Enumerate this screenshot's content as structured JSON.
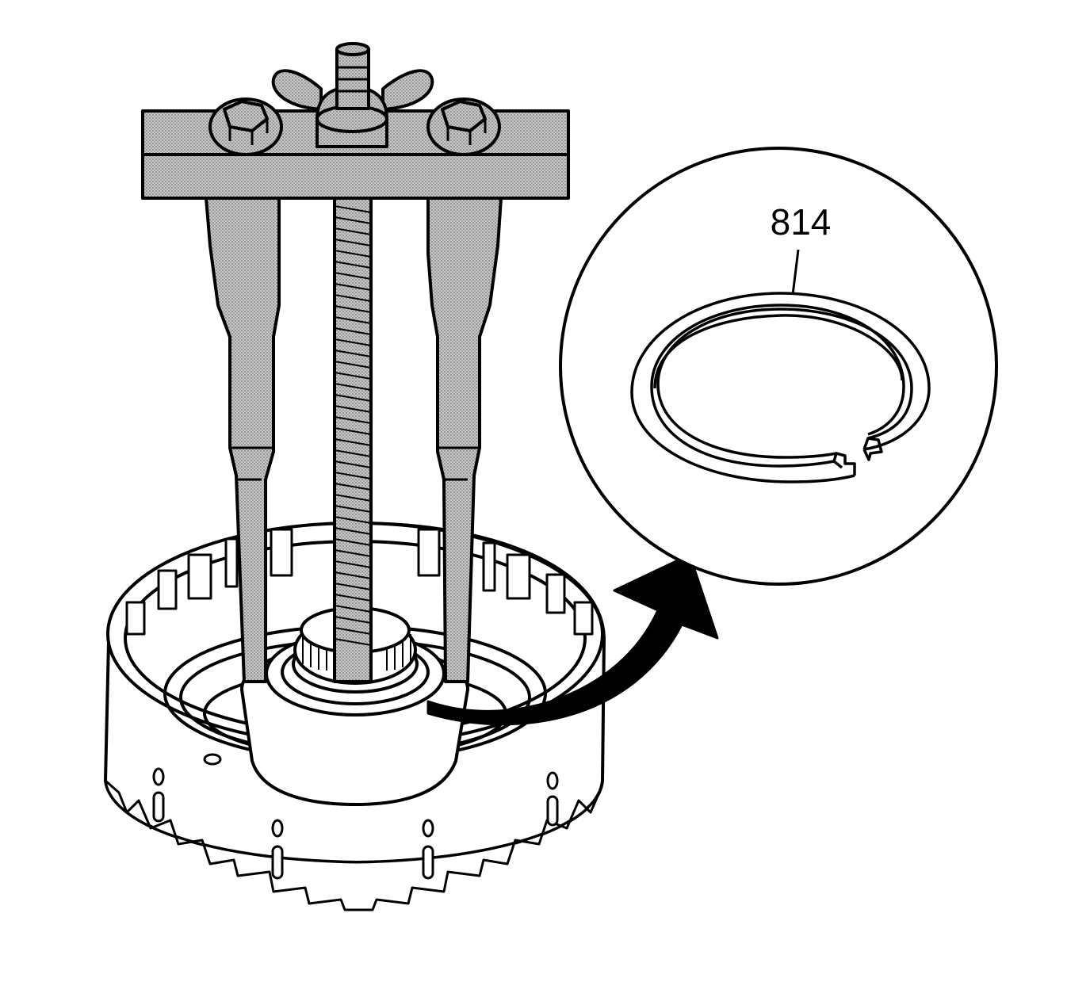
{
  "callout": {
    "label": "814"
  },
  "colors": {
    "line": "#000000",
    "background": "#ffffff",
    "hatch": "#9a9a9a"
  },
  "parts": [
    "compressor-tool",
    "clutch-drum",
    "snap-ring"
  ],
  "icons": [
    "curved-arrow-icon"
  ]
}
